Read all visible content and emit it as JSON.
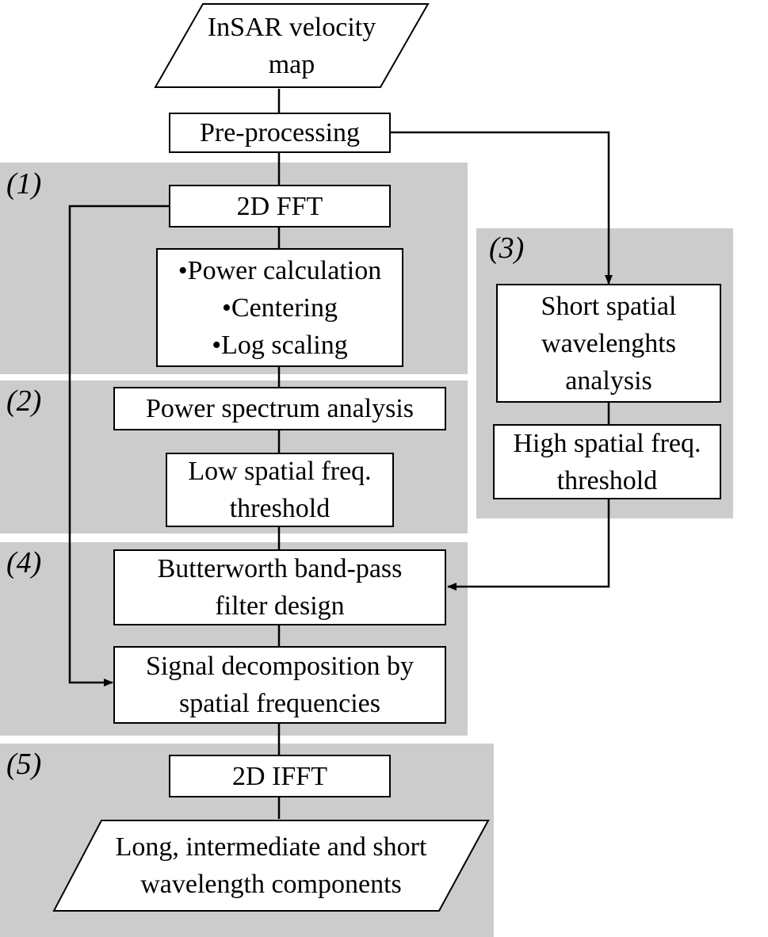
{
  "input": {
    "lines": [
      "InSAR velocity",
      "map"
    ]
  },
  "preprocessing": {
    "label": "Pre-processing"
  },
  "sections": {
    "s1": {
      "label": "(1)"
    },
    "s2": {
      "label": "(2)"
    },
    "s3": {
      "label": "(3)"
    },
    "s4": {
      "label": "(4)"
    },
    "s5": {
      "label": "(5)"
    }
  },
  "fft": {
    "label": "2D FFT"
  },
  "power": {
    "lines": [
      "•Power calculation",
      "•Centering",
      "•Log scaling"
    ]
  },
  "spectrum": {
    "label": "Power spectrum analysis"
  },
  "lowthr": {
    "lines": [
      "Low spatial freq.",
      "threshold"
    ]
  },
  "shortwave": {
    "lines": [
      "Short spatial",
      "wavelenghts",
      "analysis"
    ]
  },
  "highthr": {
    "lines": [
      "High spatial freq.",
      "threshold"
    ]
  },
  "butter": {
    "lines": [
      "Butterworth band-pass",
      "filter design"
    ]
  },
  "decomp": {
    "lines": [
      "Signal decomposition by",
      "spatial frequencies"
    ]
  },
  "ifft": {
    "label": "2D IFFT"
  },
  "output": {
    "lines": [
      "Long, intermediate and short",
      "wavelength components"
    ]
  }
}
